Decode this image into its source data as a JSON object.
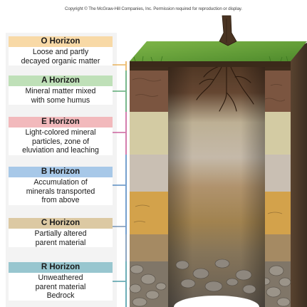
{
  "copyright": "Copyright © The McGraw-Hill Companies, Inc. Permission required for reproduction or display.",
  "horizons": [
    {
      "title": "O Horizon",
      "lines": [
        "Loose and partly",
        "decayed organic matter"
      ],
      "color": "#f8d9a6",
      "line_color": "#e5a33c"
    },
    {
      "title": "A Horizon",
      "lines": [
        "Mineral matter mixed",
        "with some humus"
      ],
      "color": "#bfe0b8",
      "line_color": "#3d9a5a"
    },
    {
      "title": "E Horizon",
      "lines": [
        "Light-colored mineral",
        "particles, zone of",
        "eluviation and leaching"
      ],
      "color": "#f2b9bc",
      "line_color": "#c2458a"
    },
    {
      "title": "B Horizon",
      "lines": [
        "Accumulation of",
        "minerals transported",
        "from above"
      ],
      "color": "#a7c8e8",
      "line_color": "#3a78b8"
    },
    {
      "title": "C Horizon",
      "lines": [
        "Partially altered",
        "parent material"
      ],
      "color": "#dcc9a3",
      "line_color": "#5c7fa6"
    },
    {
      "title": "R Horizon",
      "lines": [
        "Unweathered",
        "parent material",
        "Bedrock"
      ],
      "color": "#98c6cf",
      "line_color": "#2e8b98"
    }
  ]
}
